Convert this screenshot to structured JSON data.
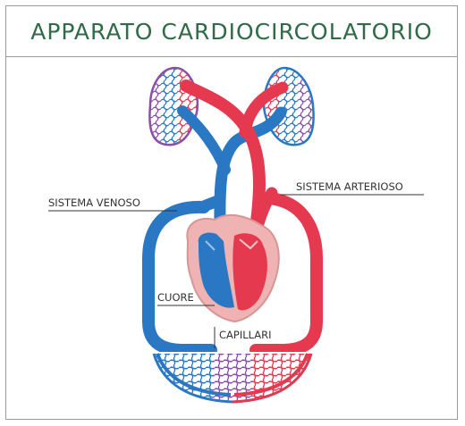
{
  "title": "APPARATO CARDIOCIRCOLATORIO",
  "labels": {
    "venous_system": "SISTEMA VENOSO",
    "arterial_system": "SISTEMA ARTERIOSO",
    "heart": "CUORE",
    "capillaries": "CAPILLARI"
  },
  "colors": {
    "title": "#2f6b47",
    "vein": "#2a78c4",
    "artery": "#e5394f",
    "capillary_mix": "#8a4fa8",
    "heart_tissue": "#efb3b3",
    "border": "#9a9a9a"
  }
}
